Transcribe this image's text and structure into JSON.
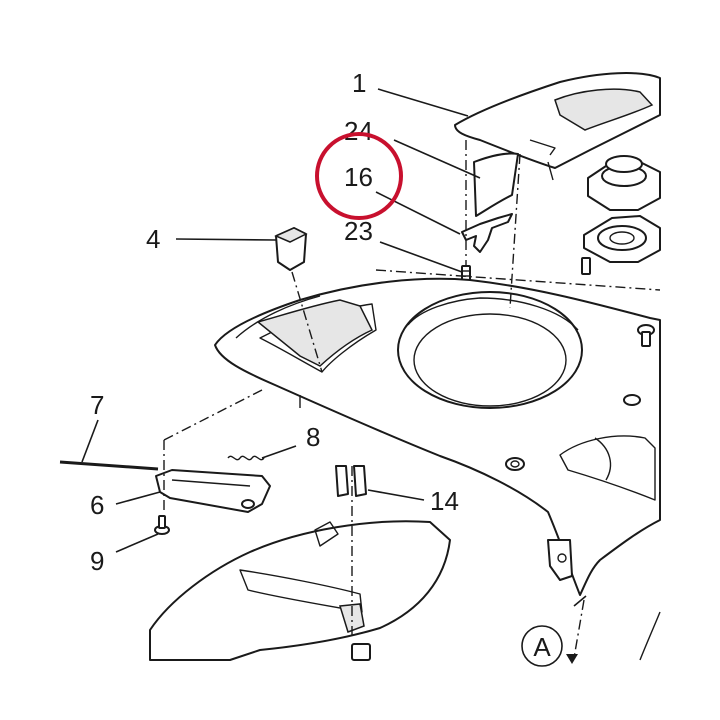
{
  "callouts": {
    "c1": "1",
    "c24": "24",
    "c16": "16",
    "c23": "23",
    "c4": "4",
    "c7": "7",
    "c8": "8",
    "c6": "6",
    "c9": "9",
    "c14": "14",
    "cA": "A"
  },
  "highlight": {
    "color": "#c8102e",
    "target": "16"
  }
}
